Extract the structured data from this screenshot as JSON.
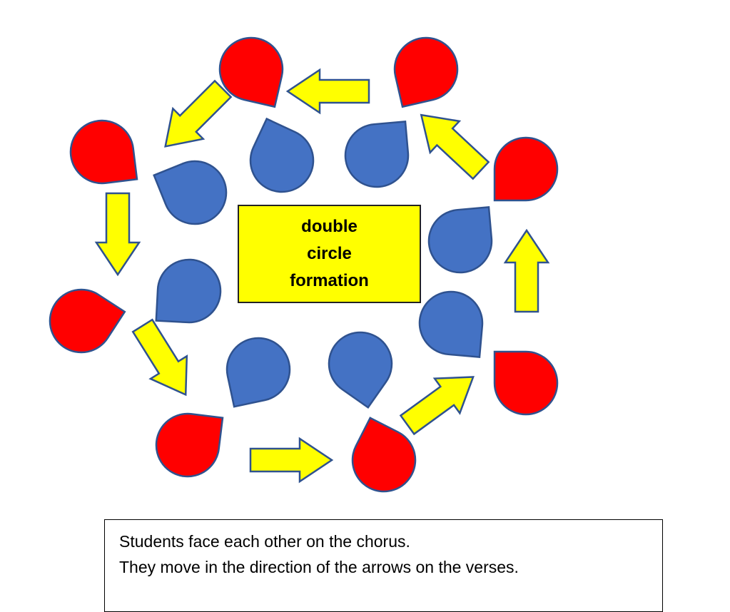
{
  "title_box": {
    "lines": [
      "double",
      "circle",
      "formation"
    ]
  },
  "note": {
    "lines": [
      "Students face each other on the chorus.",
      "They move in the direction of the arrows on the verses."
    ]
  },
  "legend_semantics": {
    "outer_circle": "red",
    "inner_circle": "blue",
    "arrows": "yellow"
  },
  "colors": {
    "red": "#FF0000",
    "blue": "#4472C4",
    "outline": "#2F528F",
    "yellow": "#FFFF00"
  },
  "counts": {
    "red_students": 8,
    "blue_students": 8,
    "arrows": 8
  }
}
